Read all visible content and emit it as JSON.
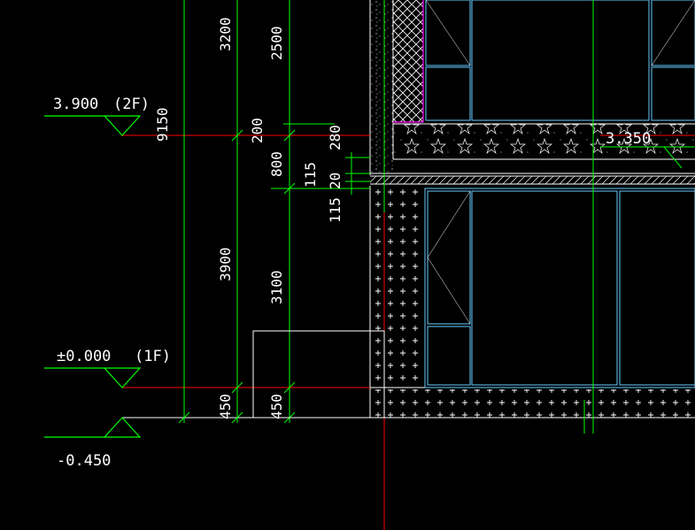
{
  "levels": {
    "second_floor": {
      "elevation": "3.900",
      "floor": "(2F)"
    },
    "ground_floor": {
      "elevation": "±0.000",
      "floor": "(1F)"
    },
    "outdoor": {
      "elevation": "-0.450"
    },
    "beam_bottom": {
      "elevation": "3.350"
    }
  },
  "dimensions": {
    "total_height": "9150",
    "upper_floor_1": "3200",
    "ground_floor_height": "3900",
    "plinth_1": "450",
    "upper_floor_2": "2500",
    "slab_gap": "200",
    "window_head": "800",
    "window_height": "3100",
    "plinth_2": "450",
    "parapet": "280",
    "ledge_1": "115",
    "ledge_gap": "20",
    "ledge_2": "115"
  },
  "colors": {
    "background": "#000000",
    "dimension_line": "#00ff00",
    "axis_line": "#ff0000",
    "window_frame": "#66ccff",
    "insulation": "#ff00ff",
    "outline": "#ffffff"
  }
}
